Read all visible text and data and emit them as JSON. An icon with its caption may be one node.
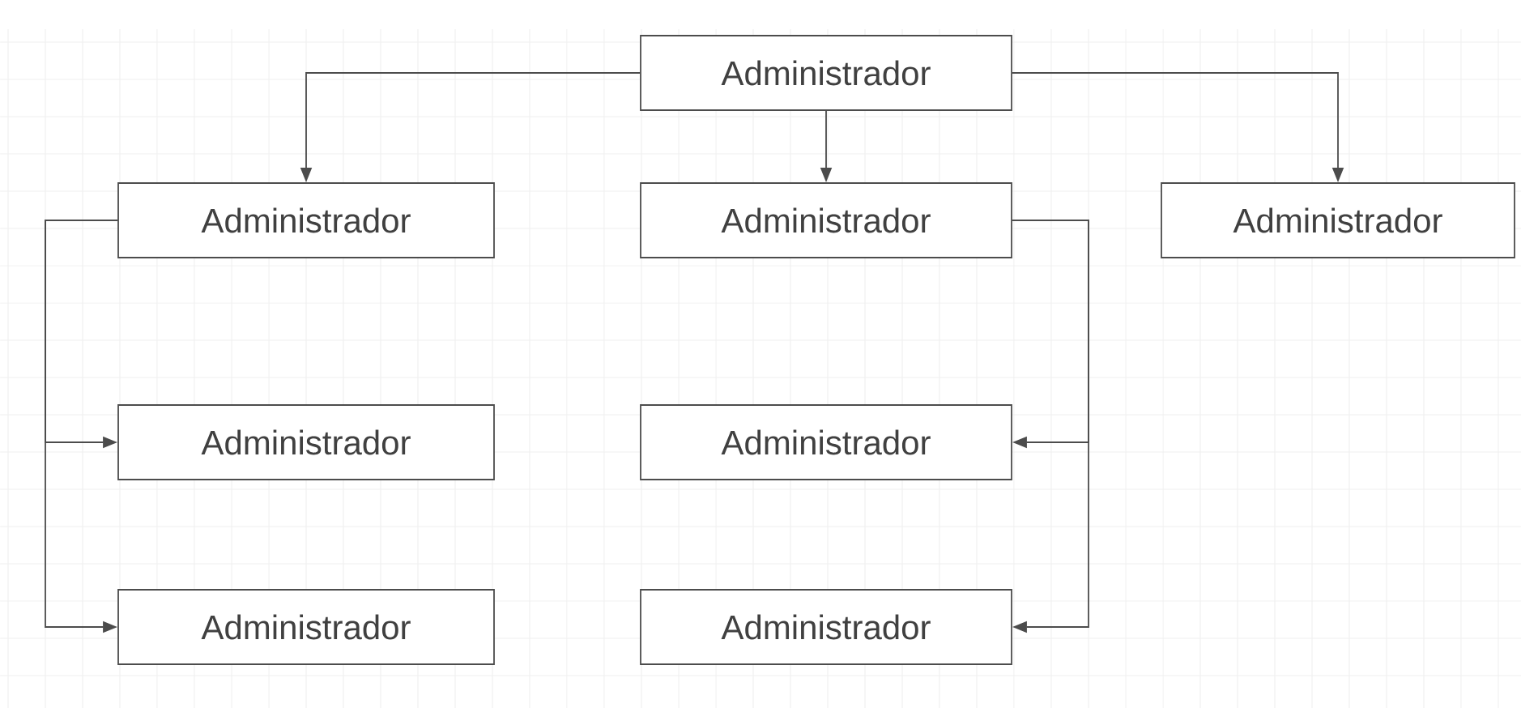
{
  "diagram": {
    "nodes": [
      {
        "text": [
          "Administrador"
        ]
      },
      {
        "text": [
          "Administrador"
        ]
      },
      {
        "text": [
          "Administrador"
        ]
      },
      {
        "text": [
          "Administrador"
        ]
      },
      {
        "text": [
          "Administrador"
        ]
      },
      {
        "text": [
          "Administrador"
        ]
      },
      {
        "text": [
          "Administrador"
        ]
      },
      {
        "text": [
          "Administrador"
        ]
      }
    ],
    "edges": [
      {
        "from": 0,
        "to": 1,
        "arrow": "to"
      },
      {
        "from": 0,
        "to": 2,
        "arrow": "to"
      },
      {
        "from": 0,
        "to": 3,
        "arrow": "to"
      },
      {
        "from": 1,
        "to": 4,
        "arrow": "to"
      },
      {
        "from": 1,
        "to": 6,
        "arrow": "to"
      },
      {
        "from": 2,
        "to": 5,
        "arrow": "to"
      },
      {
        "from": 2,
        "to": 7,
        "arrow": "to"
      }
    ]
  }
}
